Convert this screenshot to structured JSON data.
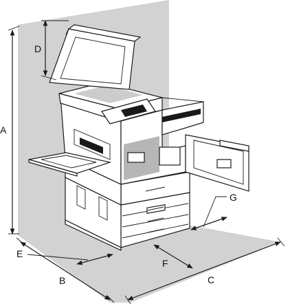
{
  "diagram": {
    "labels": {
      "A": "A",
      "B": "B",
      "C": "C",
      "D": "D",
      "E": "E",
      "F": "F",
      "G": "G"
    },
    "colors": {
      "wall": "#d2d2d2",
      "floor": "#d2d2d2",
      "lines": "#1a1a1a",
      "body": "#ffffff"
    },
    "icons": [
      "printer-illustration",
      "dimension-arrow"
    ]
  }
}
